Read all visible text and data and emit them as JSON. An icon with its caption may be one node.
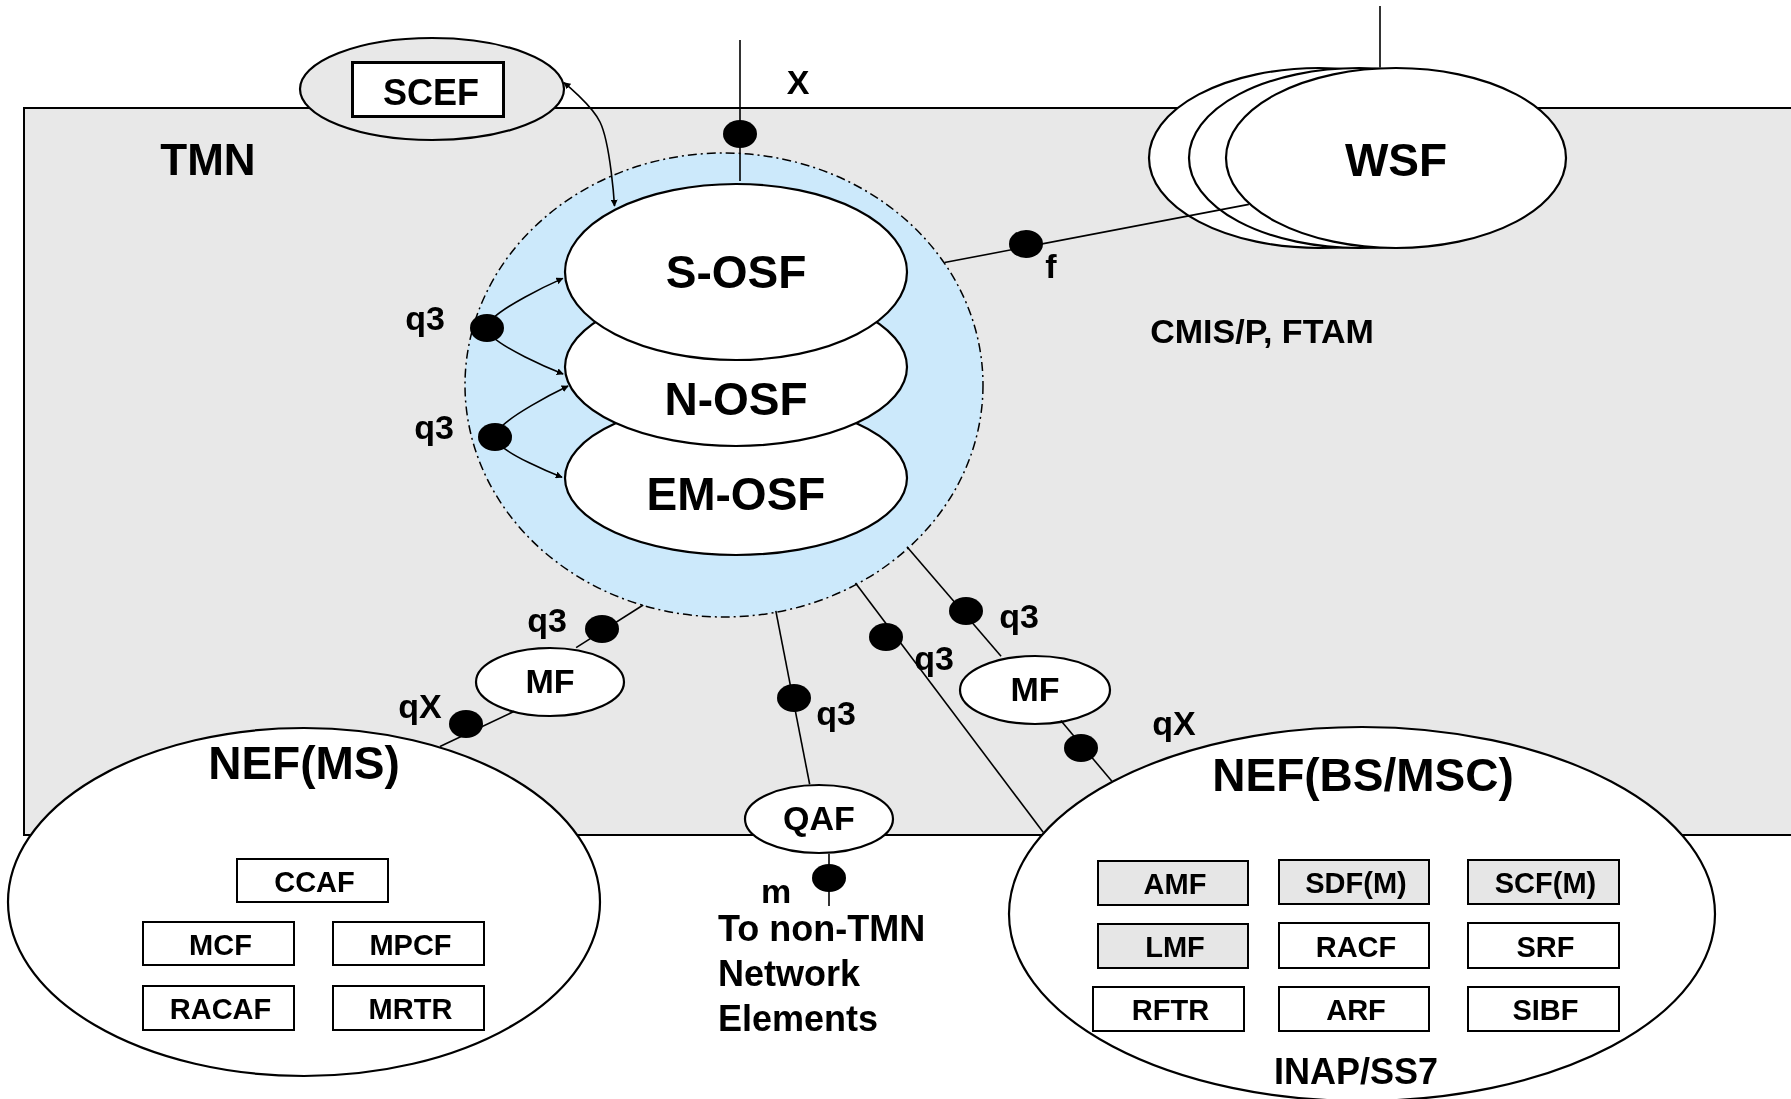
{
  "diagram": {
    "nodes": [
      {
        "text": [
          "TMN"
        ]
      },
      {
        "text": [],
        "shape": "ellipse"
      },
      {
        "text": [
          "SCEF"
        ],
        "in": 1
      },
      {
        "text": [],
        "shape": "circle",
        "in": 0
      },
      {
        "text": [
          "S-OSF"
        ],
        "in": 3
      },
      {
        "text": [
          "N-OSF"
        ],
        "in": 3
      },
      {
        "text": [
          "EM-OSF"
        ],
        "in": 3
      },
      {
        "text": [
          "WSF"
        ]
      },
      {
        "text": [
          "MF"
        ],
        "in": 0
      },
      {
        "text": [
          "MF"
        ],
        "in": 0
      },
      {
        "text": [
          "QAF"
        ]
      },
      {
        "text": [
          "NEF(MS)"
        ]
      },
      {
        "text": [
          "CCAF"
        ],
        "in": 11
      },
      {
        "text": [
          "MCF"
        ],
        "in": 11
      },
      {
        "text": [
          "MPCF"
        ],
        "in": 11
      },
      {
        "text": [
          "RACAF"
        ],
        "in": 11
      },
      {
        "text": [
          "MRTR"
        ],
        "in": 11
      },
      {
        "text": [
          "To non-TMN Network Elements"
        ]
      },
      {
        "text": [
          "NEF(BS/MSC)",
          "INAP/SS7"
        ]
      },
      {
        "text": [
          "AMF"
        ],
        "in": 18
      },
      {
        "text": [
          "SDF(M)"
        ],
        "in": 18
      },
      {
        "text": [
          "SCF(M)"
        ],
        "in": 18
      },
      {
        "text": [
          "LMF"
        ],
        "in": 18
      },
      {
        "text": [
          "RACF"
        ],
        "in": 18
      },
      {
        "text": [
          "SRF"
        ],
        "in": 18
      },
      {
        "text": [
          "RFTR"
        ],
        "in": 18
      },
      {
        "text": [
          "ARF"
        ],
        "in": 18
      },
      {
        "text": [
          "SIBF"
        ],
        "in": 18
      }
    ],
    "edges": [
      {
        "from": null,
        "to": 4,
        "arrow": "none",
        "label": "X"
      },
      {
        "from": 1,
        "to": 4,
        "arrow": "both"
      },
      {
        "from": 5,
        "to": 4,
        "arrow": "both",
        "label": "q3"
      },
      {
        "from": 6,
        "to": 5,
        "arrow": "both",
        "label": "q3"
      },
      {
        "from": 3,
        "to": 7,
        "arrow": "none",
        "label": "f"
      },
      {
        "from": null,
        "to": 7,
        "arrow": "none"
      },
      {
        "from": 3,
        "to": 8,
        "arrow": "none",
        "label": "q3"
      },
      {
        "from": 8,
        "to": 11,
        "arrow": "none",
        "label": "qX"
      },
      {
        "from": 3,
        "to": 10,
        "arrow": "none",
        "label": "q3"
      },
      {
        "from": 10,
        "to": 17,
        "arrow": "none",
        "label": "m"
      },
      {
        "from": 3,
        "to": 18,
        "arrow": "none",
        "label": "q3"
      },
      {
        "from": 3,
        "to": 9,
        "arrow": "none",
        "label": "q3"
      },
      {
        "from": 9,
        "to": 18,
        "arrow": "none",
        "label": "qX"
      }
    ],
    "labels": [
      "CMIS/P, FTAM"
    ]
  }
}
